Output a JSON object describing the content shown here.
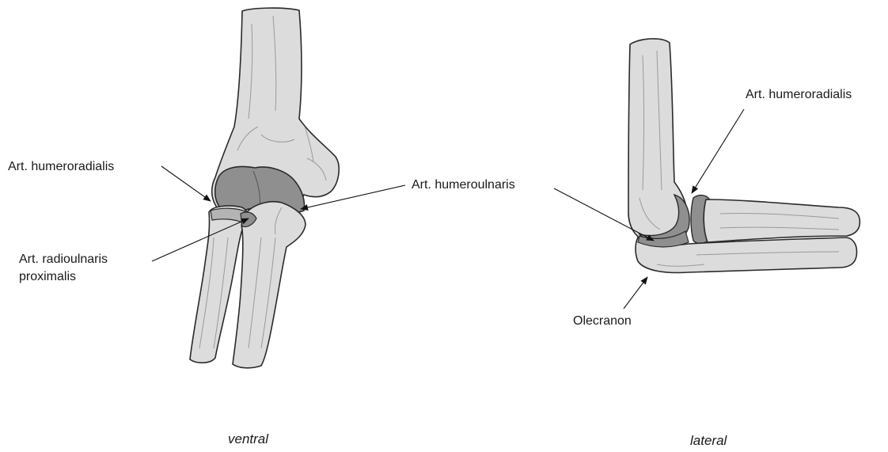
{
  "labels": {
    "ventral_humeroradialis": "Art. humeroradialis",
    "ventral_radioulnaris_line1": "Art. radioulnaris",
    "ventral_radioulnaris_line2": "proximalis",
    "humeroulnaris": "Art. humeroulnaris",
    "lateral_humeroradialis": "Art. humeroradialis",
    "olecranon": "Olecranon"
  },
  "captions": {
    "ventral": "ventral",
    "lateral": "lateral"
  },
  "colors": {
    "bone_fill": "#dcdcdc",
    "bone_stroke": "#2a2a2a",
    "joint_fill": "#8f8f8f",
    "joint_light": "#b4b4b4",
    "detail": "#9a9a9a"
  }
}
